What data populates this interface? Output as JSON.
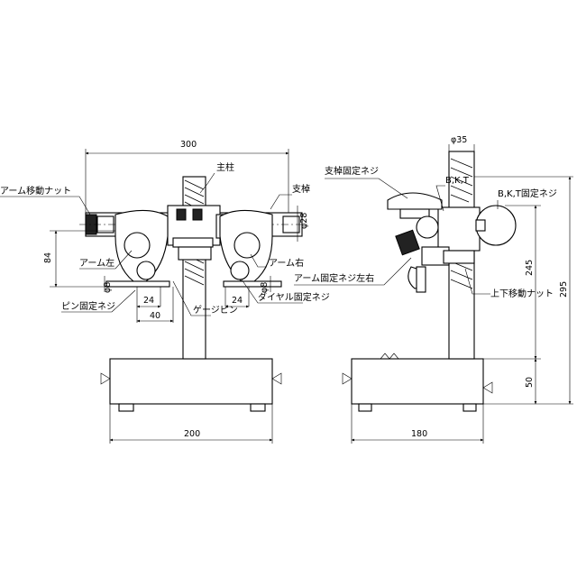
{
  "front_view": {
    "dims": {
      "width_top": "300",
      "arm_height": "84",
      "base_width": "200",
      "rod_dia": "φ28",
      "pin_dia_left": "φ8",
      "pin_dia_right": "φ8",
      "offset_left": "24",
      "offset_right": "24",
      "pin_span": "40"
    },
    "labels": {
      "main_column": "主柱",
      "support_rod": "支棹",
      "arm_move_nut": "アーム移動ナット",
      "arm_left": "アーム左",
      "arm_right": "アーム右",
      "pin_lock_screw": "ピン固定ネジ",
      "gauge_pin": "ゲージピン",
      "dial_lock_screw": "ダイヤル固定ネジ"
    }
  },
  "side_view": {
    "dims": {
      "column_dia": "φ35",
      "height_245": "245",
      "height_295": "295",
      "base_height": "50",
      "base_depth": "180"
    },
    "labels": {
      "rod_lock_screw": "支棹固定ネジ",
      "bkt": "B,K,T",
      "bkt_lock_screw": "B,K,T固定ネジ",
      "arm_lock_screw_lr": "アーム固定ネジ左右",
      "updown_nut": "上下移動ナット"
    }
  }
}
